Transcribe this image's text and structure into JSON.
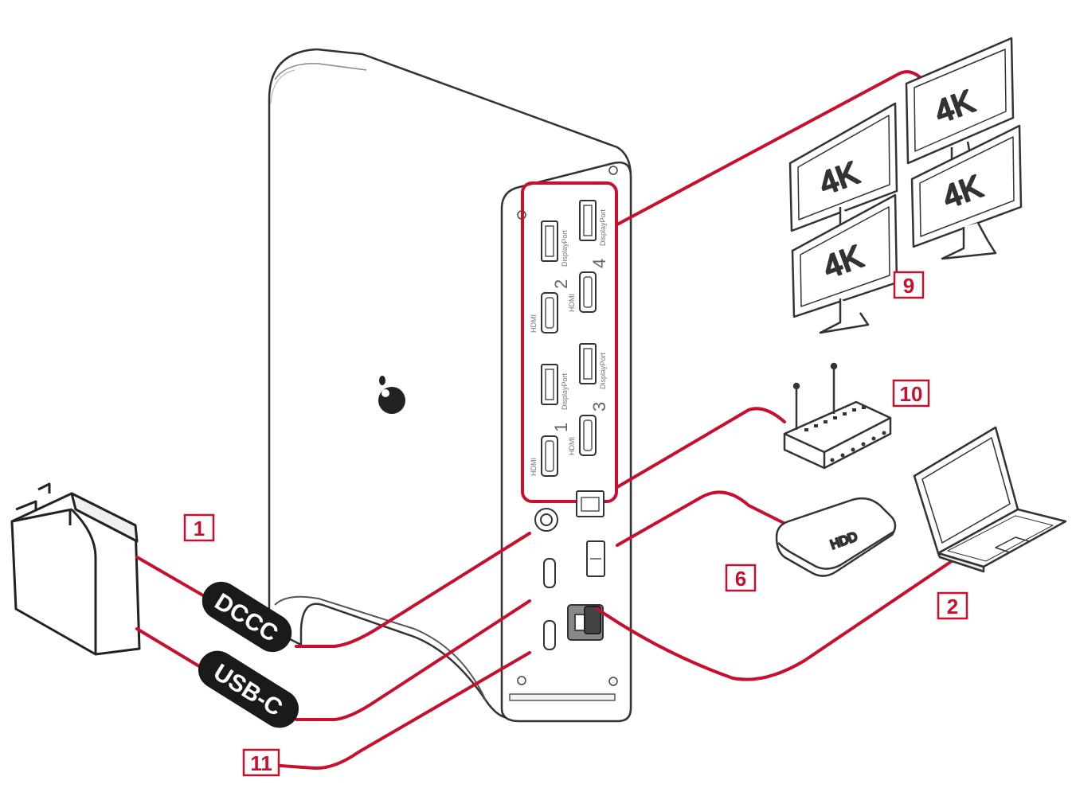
{
  "callouts": {
    "c1": "1",
    "c2": "2",
    "c6": "6",
    "c9": "9",
    "c10": "10",
    "c11": "11"
  },
  "cables": {
    "dc": "DCCC",
    "usbc": "USB-C"
  },
  "monitors": {
    "m1": "4K",
    "m2": "4K",
    "m3": "4K",
    "m4": "4K"
  },
  "devices": {
    "hdd": "HDD"
  },
  "ports": {
    "hdmi": "HDMI",
    "dp": "DisplayPort",
    "n1": "1",
    "n2": "2",
    "n3": "3",
    "n4": "4"
  },
  "colors": {
    "accent": "#c8102e",
    "line": "#222222",
    "pill": "#1a1a1a"
  }
}
